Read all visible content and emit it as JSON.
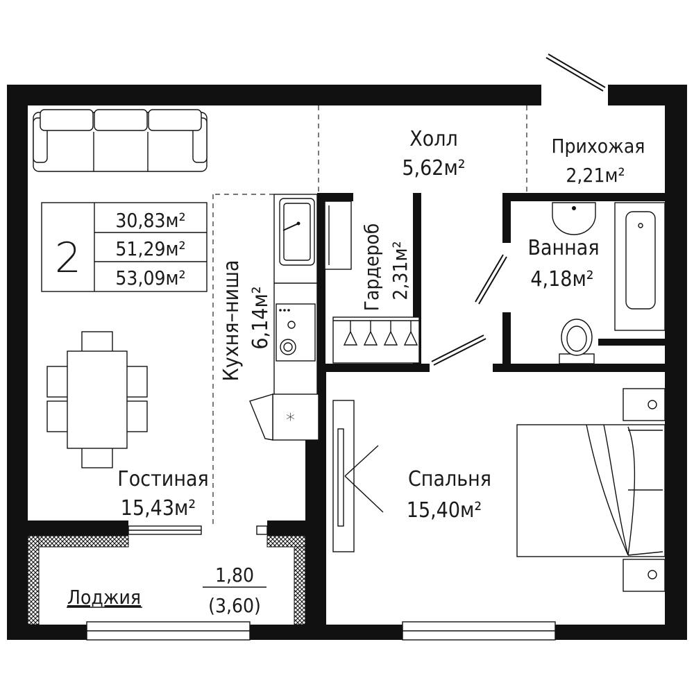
{
  "plan": {
    "rooms_count": "2",
    "areas": {
      "living": "30,83м²",
      "total": "51,29м²",
      "total_with_loggia": "53,09м²"
    },
    "rooms": {
      "hall": {
        "name": "Холл",
        "area": "5,62м²"
      },
      "entry": {
        "name": "Прихожая",
        "area": "2,21м²"
      },
      "bath": {
        "name": "Ванная",
        "area": "4,18м²"
      },
      "wardrobe": {
        "name": "Гардероб",
        "area": "2,31м²"
      },
      "kitchen": {
        "name": "Кухня–ниша",
        "area": "6,14м²"
      },
      "living": {
        "name": "Гостиная",
        "area": "15,43м²"
      },
      "bedroom": {
        "name": "Спальня",
        "area": "15,40м²"
      },
      "loggia": {
        "name": "Лоджия",
        "area": "1,80",
        "area_full": "(3,60)"
      }
    },
    "symbols": {
      "hood_mark": "*"
    }
  }
}
